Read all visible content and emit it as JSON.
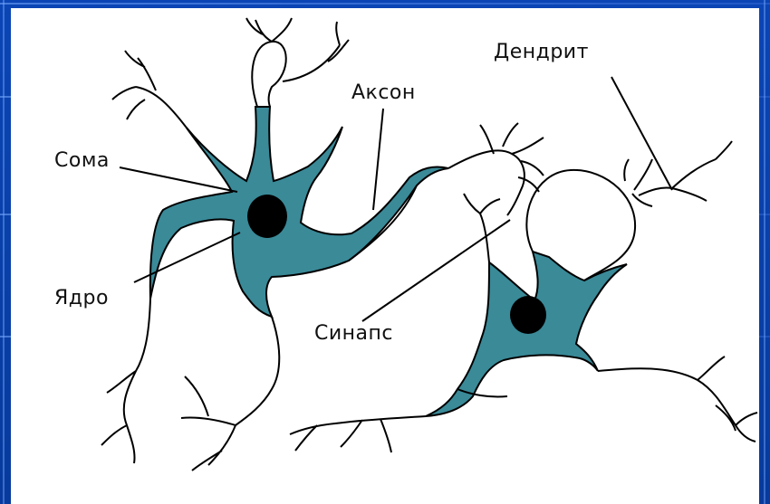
{
  "labels": {
    "soma": "Сома",
    "nucleus": "Ядро",
    "axon": "Аксон",
    "dendrite": "Дендрит",
    "synapse": "Синапс"
  },
  "colors": {
    "background": "#0b45b5",
    "panel": "#ffffff",
    "cell_fill": "#3a8a98",
    "outline": "#000000",
    "nucleus": "#000000"
  }
}
